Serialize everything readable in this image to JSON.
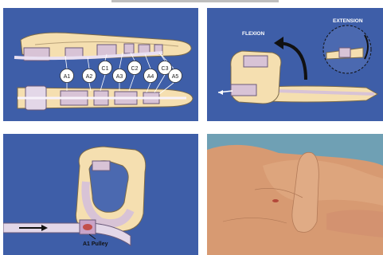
{
  "panel1": {
    "pulley_labels": [
      "A1",
      "A2",
      "C1",
      "A3",
      "C2",
      "A4",
      "C3",
      "A5"
    ]
  },
  "panel2": {
    "flexion_label": "FLEXION",
    "extension_label": "EXTENSION"
  },
  "panel3": {
    "pulley_label": "A1 Pulley"
  },
  "colors": {
    "panel_background": "#3e5ea8",
    "bone": "#f5dfb0",
    "tendon_sheath": "#d8c3d6",
    "skin_photo": "#d79a72"
  }
}
